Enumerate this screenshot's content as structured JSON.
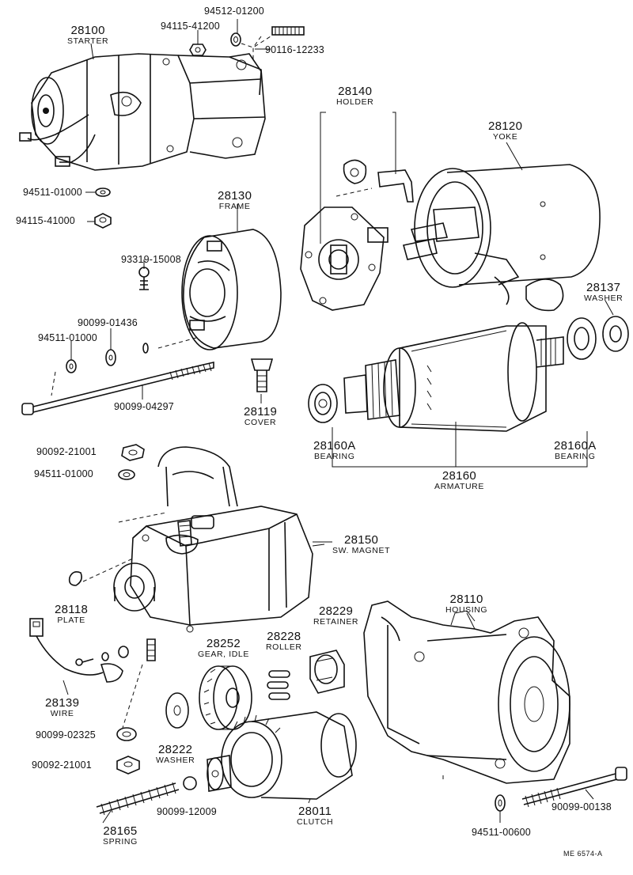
{
  "footer": "ME 6574-A",
  "parts": [
    {
      "id": "starter",
      "number": "28100",
      "name": "STARTER"
    },
    {
      "id": "holder",
      "number": "28140",
      "name": "HOLDER"
    },
    {
      "id": "yoke",
      "number": "28120",
      "name": "YOKE"
    },
    {
      "id": "frame",
      "number": "28130",
      "name": "FRAME"
    },
    {
      "id": "washer_28137",
      "number": "28137",
      "name": "WASHER"
    },
    {
      "id": "cover",
      "number": "28119",
      "name": "COVER"
    },
    {
      "id": "bearing_left",
      "number": "28160A",
      "name": "BEARING"
    },
    {
      "id": "bearing_right",
      "number": "28160A",
      "name": "BEARING"
    },
    {
      "id": "armature",
      "number": "28160",
      "name": "ARMATURE"
    },
    {
      "id": "sw_magnet",
      "number": "28150",
      "name": "SW. MAGNET"
    },
    {
      "id": "plate",
      "number": "28118",
      "name": "PLATE"
    },
    {
      "id": "housing",
      "number": "28110",
      "name": "HOUSING"
    },
    {
      "id": "retainer",
      "number": "28229",
      "name": "RETAINER"
    },
    {
      "id": "roller",
      "number": "28228",
      "name": "ROLLER"
    },
    {
      "id": "gear_idle",
      "number": "28252",
      "name": "GEAR, IDLE"
    },
    {
      "id": "wire",
      "number": "28139",
      "name": "WIRE"
    },
    {
      "id": "washer_28222",
      "number": "28222",
      "name": "WASHER"
    },
    {
      "id": "clutch",
      "number": "28011",
      "name": "CLUTCH"
    },
    {
      "id": "spring",
      "number": "28165",
      "name": "SPRING"
    }
  ],
  "part_numbers": [
    "94512-01200",
    "94115-41200",
    "90116-12233",
    "94511-01000",
    "94115-41000",
    "93319-15008",
    "90099-01436",
    "94511-01000",
    "90099-04297",
    "90092-21001",
    "94511-01000",
    "90099-02325",
    "90092-21001",
    "90099-12009",
    "90099-00138",
    "94511-00600"
  ]
}
